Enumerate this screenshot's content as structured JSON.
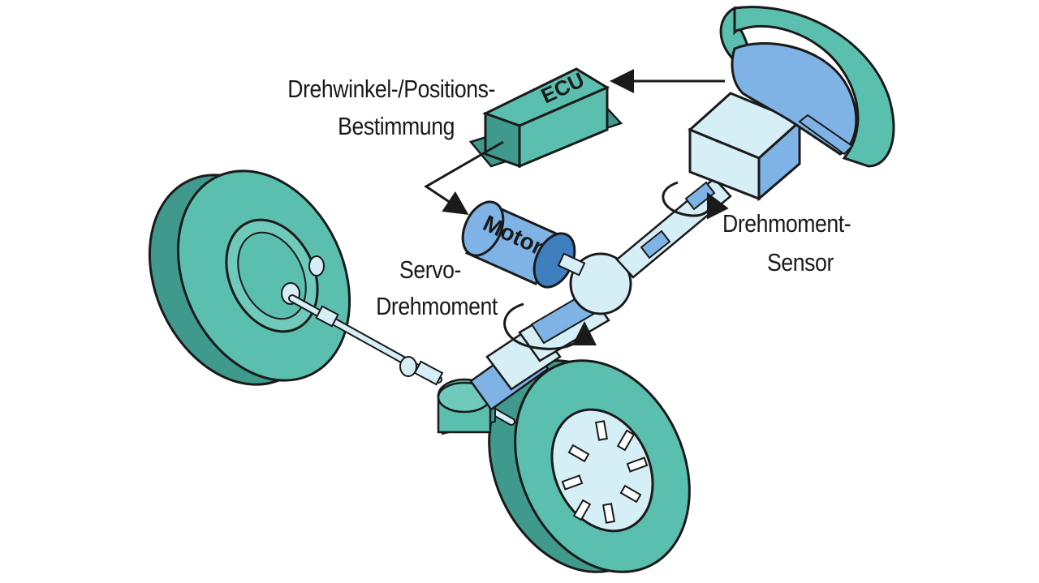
{
  "labels": {
    "position_line1": "Drehwinkel-/Positions-",
    "position_line2": "Bestimmung",
    "servo_line1": "Servo-",
    "servo_line2": "Drehmoment",
    "torque_line1": "Drehmoment-",
    "torque_line2": "Sensor"
  },
  "components": {
    "ecu": "ECU",
    "motor": "Motor"
  },
  "colors": {
    "teal": "#5bbfb0",
    "teal_dark": "#3f9a8d",
    "blue": "#7fb3e6",
    "light_blue": "#d6eef5",
    "outline": "#1a1a1a",
    "background": "#ffffff"
  }
}
